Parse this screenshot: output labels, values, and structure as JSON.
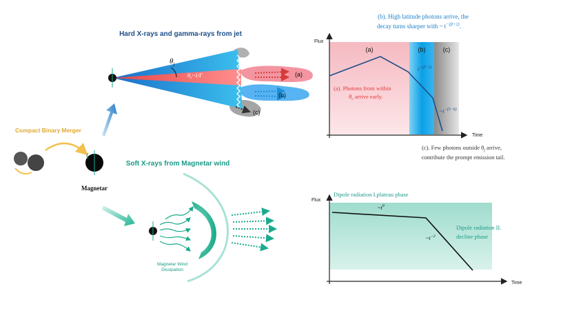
{
  "jet": {
    "title": "Hard X-rays and gamma-rays from jet",
    "theta_j": "θ",
    "theta_j_sub": "j",
    "theta_c": "θ",
    "theta_c_sub": "c",
    "theta_c_rel": "~1/Γ",
    "label_a": "(a)",
    "label_b": "(b)",
    "label_c": "(c)"
  },
  "merger": {
    "label": "Compact Binary Merger",
    "magnetar_label": "Magnetar"
  },
  "wind": {
    "title": "Soft X-rays from Magnetar wind",
    "dissipation_line1": "Magnetar Wind",
    "dissipation_line2": "Dissipation"
  },
  "top_plot": {
    "note_b_line1": "(b). High latitude photons arrive, the",
    "note_b_line2": "decay turns sharper with ~ t",
    "note_b_exp": "−(β+2)",
    "note_b_end": ".",
    "ylabel": "Flux",
    "xlabel": "Time",
    "region_a": "(a)",
    "region_b": "(b)",
    "region_c": "(c)",
    "note_a_line1": "(a). Photons from within",
    "note_a_line2": "θ",
    "note_a_sub": "c",
    "note_a_line2b": " arrive early.",
    "slope_b": "t",
    "slope_b_exp": "−(β+2)",
    "slope_c": "~t",
    "slope_c_exp": "−(5−6)",
    "note_c_line1": "(c). Few photons outside θ",
    "note_c_sub": "j",
    "note_c_line1b": " arrive,",
    "note_c_line2": "contribute the prompt emission tail.",
    "colors": {
      "region_a": "#f7c9cf",
      "region_b": "#1aa3e0",
      "region_c": "#b8b8b8",
      "curve": "#1d4f8a"
    }
  },
  "bottom_plot": {
    "ylabel": "Flux",
    "xlabel": "Time",
    "phase1": "Dipole radiation I.plateau phase",
    "phase2_line1": "Dipole radiation II.",
    "phase2_line2": "decline phase",
    "slope1": "~t",
    "slope1_exp": "0",
    "slope2": "~t",
    "slope2_exp": "−2",
    "colors": {
      "fill": "#a8e0d2",
      "curve": "#111111",
      "text": "#1a9a86"
    }
  }
}
